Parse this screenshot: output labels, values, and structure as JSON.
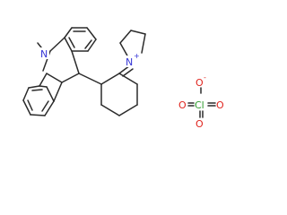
{
  "colors": {
    "bond": "#2b2b2b",
    "carbon": "#2b2b2b",
    "nitrogen": "#3535d6",
    "oxygen": "#e0241e",
    "chlorine": "#2d9c2d"
  },
  "atoms": {
    "methyl_label": "",
    "acridine_n": "N",
    "pyrrolidinium_n": "N",
    "pyrrolidinium_charge": "+",
    "perchlorate_cl": "Cl",
    "perchlorate_o": "O",
    "perchlorate_charge": "-"
  }
}
